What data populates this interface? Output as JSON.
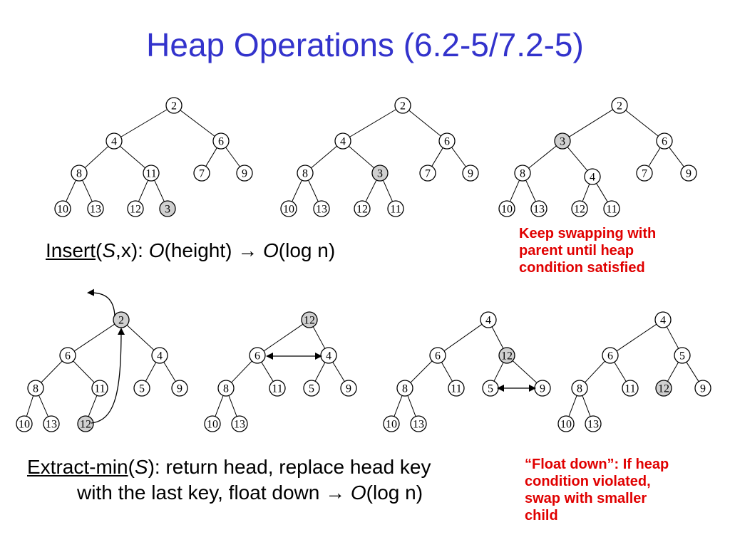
{
  "title": "Heap Operations (6.2-5/7.2-5)",
  "insert": {
    "name": "Insert",
    "open": "(",
    "arg_s": "S",
    "arg_rest": ",x): ",
    "big_o": "O",
    "height": "(height) ",
    "arrow": "→ ",
    "big_o2": "O",
    "logn": "(log n)"
  },
  "extract": {
    "name": "Extract-min",
    "open": "(",
    "arg_s": "S",
    "rest1": "): return head, replace head key",
    "line2_a": "with the last key, float down ",
    "arrow": "→ ",
    "big_o": "O",
    "logn": "(log n)"
  },
  "note_insert": [
    "Keep swapping with",
    "parent until heap",
    "condition satisfied"
  ],
  "note_extract": [
    "“Float down”: If heap",
    "condition violated,",
    "swap with smaller",
    "child"
  ],
  "trees": [
    {
      "name": "insert-step-1",
      "nodes": [
        [
          "2",
          244,
          148
        ],
        [
          "4",
          160,
          198
        ],
        [
          "6",
          310,
          198
        ],
        [
          "8",
          111,
          243
        ],
        [
          "11",
          212,
          243
        ],
        [
          "7",
          283,
          243
        ],
        [
          "9",
          343,
          243
        ],
        [
          "10",
          88,
          293
        ],
        [
          "13",
          134,
          293
        ],
        [
          "12",
          190,
          293
        ],
        [
          "3",
          235,
          293
        ]
      ],
      "highlight": [
        "3"
      ]
    },
    {
      "name": "insert-step-2",
      "nodes": [
        [
          "2",
          565,
          148
        ],
        [
          "4",
          481,
          198
        ],
        [
          "6",
          627,
          198
        ],
        [
          "8",
          428,
          243
        ],
        [
          "3",
          533,
          243
        ],
        [
          "7",
          600,
          243
        ],
        [
          "9",
          660,
          243
        ],
        [
          "10",
          405,
          293
        ],
        [
          "13",
          451,
          293
        ],
        [
          "12",
          508,
          293
        ],
        [
          "11",
          555,
          293
        ]
      ],
      "highlight": [
        "3"
      ]
    },
    {
      "name": "insert-step-3",
      "nodes": [
        [
          "2",
          869,
          148
        ],
        [
          "3",
          789,
          198
        ],
        [
          "6",
          932,
          198
        ],
        [
          "8",
          733,
          243
        ],
        [
          "4",
          831,
          248
        ],
        [
          "7",
          904,
          243
        ],
        [
          "9",
          966,
          243
        ],
        [
          "10",
          711,
          293
        ],
        [
          "13",
          756,
          293
        ],
        [
          "12",
          813,
          293
        ],
        [
          "11",
          858,
          293
        ]
      ],
      "highlight": [
        "3"
      ]
    },
    {
      "name": "extract-step-1",
      "nodes": [
        [
          "2",
          170,
          449
        ],
        [
          "6",
          95,
          499
        ],
        [
          "4",
          224,
          499
        ],
        [
          "8",
          50,
          545
        ],
        [
          "11",
          140,
          545
        ],
        [
          "5",
          199,
          545
        ],
        [
          "9",
          252,
          545
        ],
        [
          "10",
          34,
          595
        ],
        [
          "13",
          72,
          595
        ],
        [
          "12",
          120,
          595
        ]
      ],
      "highlight": [
        "2",
        "12"
      ]
    },
    {
      "name": "extract-step-2",
      "nodes": [
        [
          "12",
          434,
          449
        ],
        [
          "6",
          361,
          499
        ],
        [
          "4",
          461,
          499
        ],
        [
          "8",
          317,
          545
        ],
        [
          "11",
          389,
          545
        ],
        [
          "5",
          437,
          545
        ],
        [
          "9",
          489,
          545
        ],
        [
          "10",
          298,
          595
        ],
        [
          "13",
          336,
          595
        ]
      ],
      "highlight": [
        "12"
      ]
    },
    {
      "name": "extract-step-3",
      "nodes": [
        [
          "4",
          685,
          449
        ],
        [
          "6",
          614,
          499
        ],
        [
          "12",
          711,
          499
        ],
        [
          "8",
          568,
          545
        ],
        [
          "11",
          640,
          545
        ],
        [
          "5",
          688,
          545
        ],
        [
          "9",
          761,
          545
        ],
        [
          "10",
          549,
          595
        ],
        [
          "13",
          587,
          595
        ]
      ],
      "highlight": [
        "12"
      ]
    },
    {
      "name": "extract-step-4",
      "nodes": [
        [
          "4",
          930,
          449
        ],
        [
          "6",
          856,
          499
        ],
        [
          "5",
          957,
          499
        ],
        [
          "8",
          813,
          545
        ],
        [
          "11",
          884,
          545
        ],
        [
          "12",
          931,
          545
        ],
        [
          "9",
          986,
          545
        ],
        [
          "10",
          794,
          595
        ],
        [
          "13",
          832,
          595
        ]
      ],
      "highlight": [
        "12"
      ]
    }
  ]
}
